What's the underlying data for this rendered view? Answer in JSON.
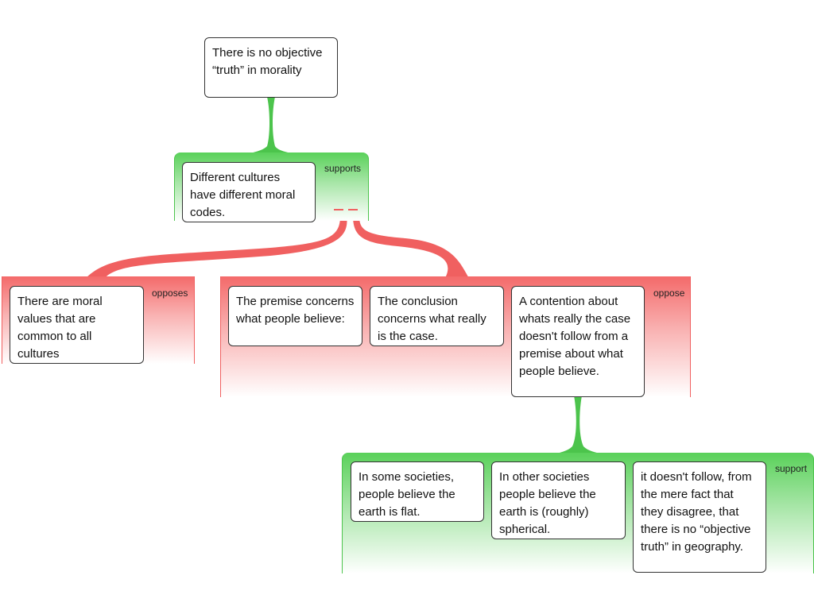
{
  "nodes": {
    "root": "There is no objective “truth” in morality",
    "claim": "Different cultures have different moral codes.",
    "counter1": "There are moral values that are common to all cultures",
    "premise": "The premise concerns what people believe:",
    "conclusion": "The conclusion concerns what really is the case.",
    "contention": "A contention about whats really the case doesn't follow from a premise about what people believe.",
    "ex1": "In some societies, people believe the earth is flat.",
    "ex2": "In other societies people believe the earth is (roughly) spherical.",
    "ex3": "it doesn't follow, from the mere fact that they disagree, that there is no “objective truth” in geography."
  },
  "labels": {
    "supports": "supports",
    "opposes": "opposes",
    "oppose": "oppose",
    "support": "support"
  },
  "colors": {
    "support": "#5ad15a",
    "oppose": "#f46a6a"
  }
}
